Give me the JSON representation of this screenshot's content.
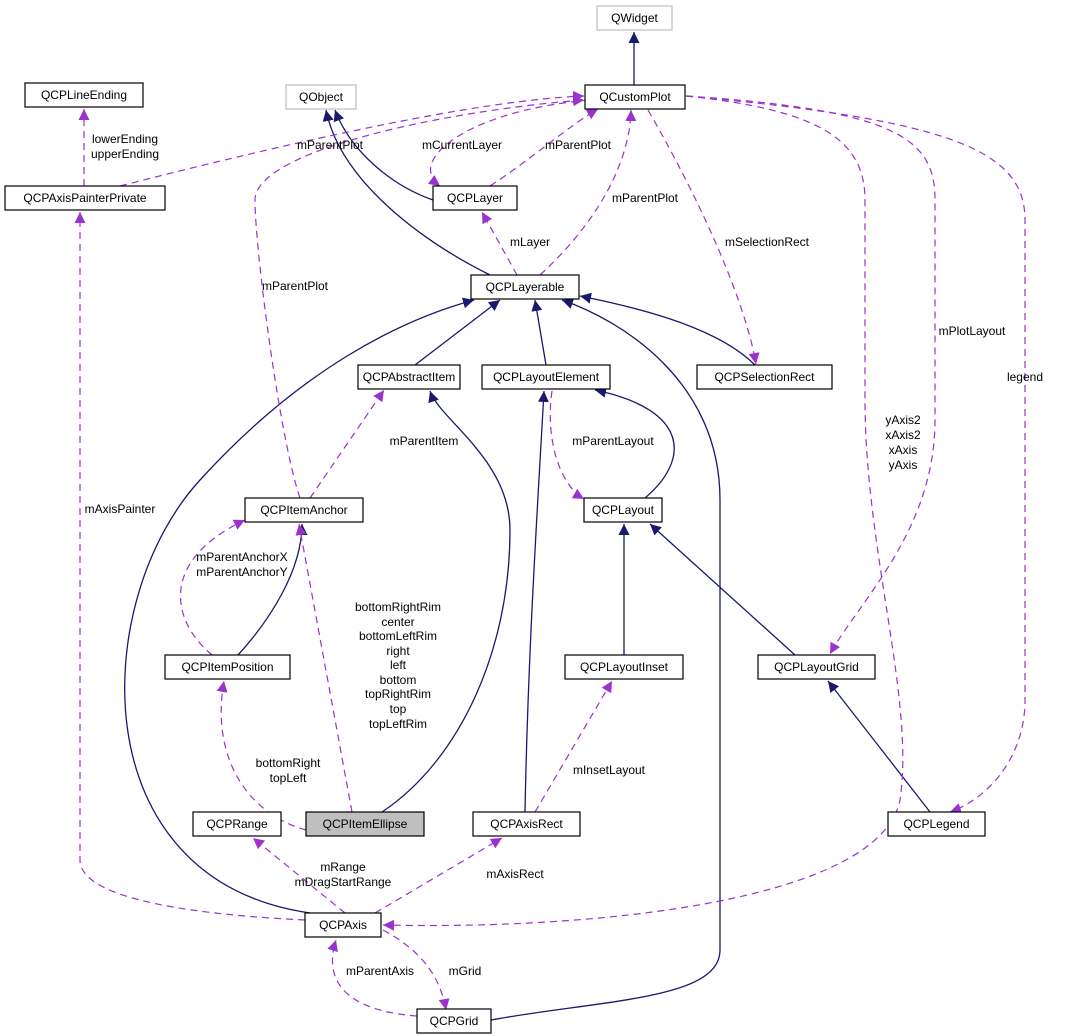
{
  "colors": {
    "inheritance": "#191970",
    "usage": "#9a32cd",
    "external_border": "#bfbfbf",
    "focus_fill": "#bfbfbf"
  },
  "nodes": {
    "QWidget": "QWidget",
    "QCustomPlot": "QCustomPlot",
    "QCPLineEnding": "QCPLineEnding",
    "QObject": "QObject",
    "QCPAxisPainterPrivate": "QCPAxisPainterPrivate",
    "QCPLayer": "QCPLayer",
    "QCPLayerable": "QCPLayerable",
    "QCPAbstractItem": "QCPAbstractItem",
    "QCPLayoutElement": "QCPLayoutElement",
    "QCPSelectionRect": "QCPSelectionRect",
    "QCPItemAnchor": "QCPItemAnchor",
    "QCPLayout": "QCPLayout",
    "QCPItemPosition": "QCPItemPosition",
    "QCPLayoutInset": "QCPLayoutInset",
    "QCPLayoutGrid": "QCPLayoutGrid",
    "QCPRange": "QCPRange",
    "QCPItemEllipse": "QCPItemEllipse",
    "QCPAxisRect": "QCPAxisRect",
    "QCPLegend": "QCPLegend",
    "QCPAxis": "QCPAxis",
    "QCPGrid": "QCPGrid"
  },
  "labels": {
    "lineEnding": [
      "lowerEnding",
      "upperEnding"
    ],
    "painterParentPlot": "mParentPlot",
    "anchorParentPlot": "mParentPlot",
    "currentLayer": "mCurrentLayer",
    "layerParentPlot": "mParentPlot",
    "layerableParentPlot": "mParentPlot",
    "layer": "mLayer",
    "selectionRect": "mSelectionRect",
    "plotLayout": "mPlotLayout",
    "legend": "legend",
    "axes": [
      "yAxis2",
      "xAxis2",
      "xAxis",
      "yAxis"
    ],
    "parentItem": "mParentItem",
    "parentLayout": "mParentLayout",
    "parentAnchor": [
      "mParentAnchorX",
      "mParentAnchorY"
    ],
    "ellipseAnchors": [
      "bottomRightRim",
      "center",
      "bottomLeftRim",
      "right",
      "left",
      "bottom",
      "topRightRim",
      "top",
      "topLeftRim"
    ],
    "ellipsePositions": [
      "bottomRight",
      "topLeft"
    ],
    "axisPainter": "mAxisPainter",
    "insetLayout": "mInsetLayout",
    "range": [
      "mRange",
      "mDragStartRange"
    ],
    "axisRect": "mAxisRect",
    "grid": "mGrid",
    "parentAxis": "mParentAxis"
  }
}
